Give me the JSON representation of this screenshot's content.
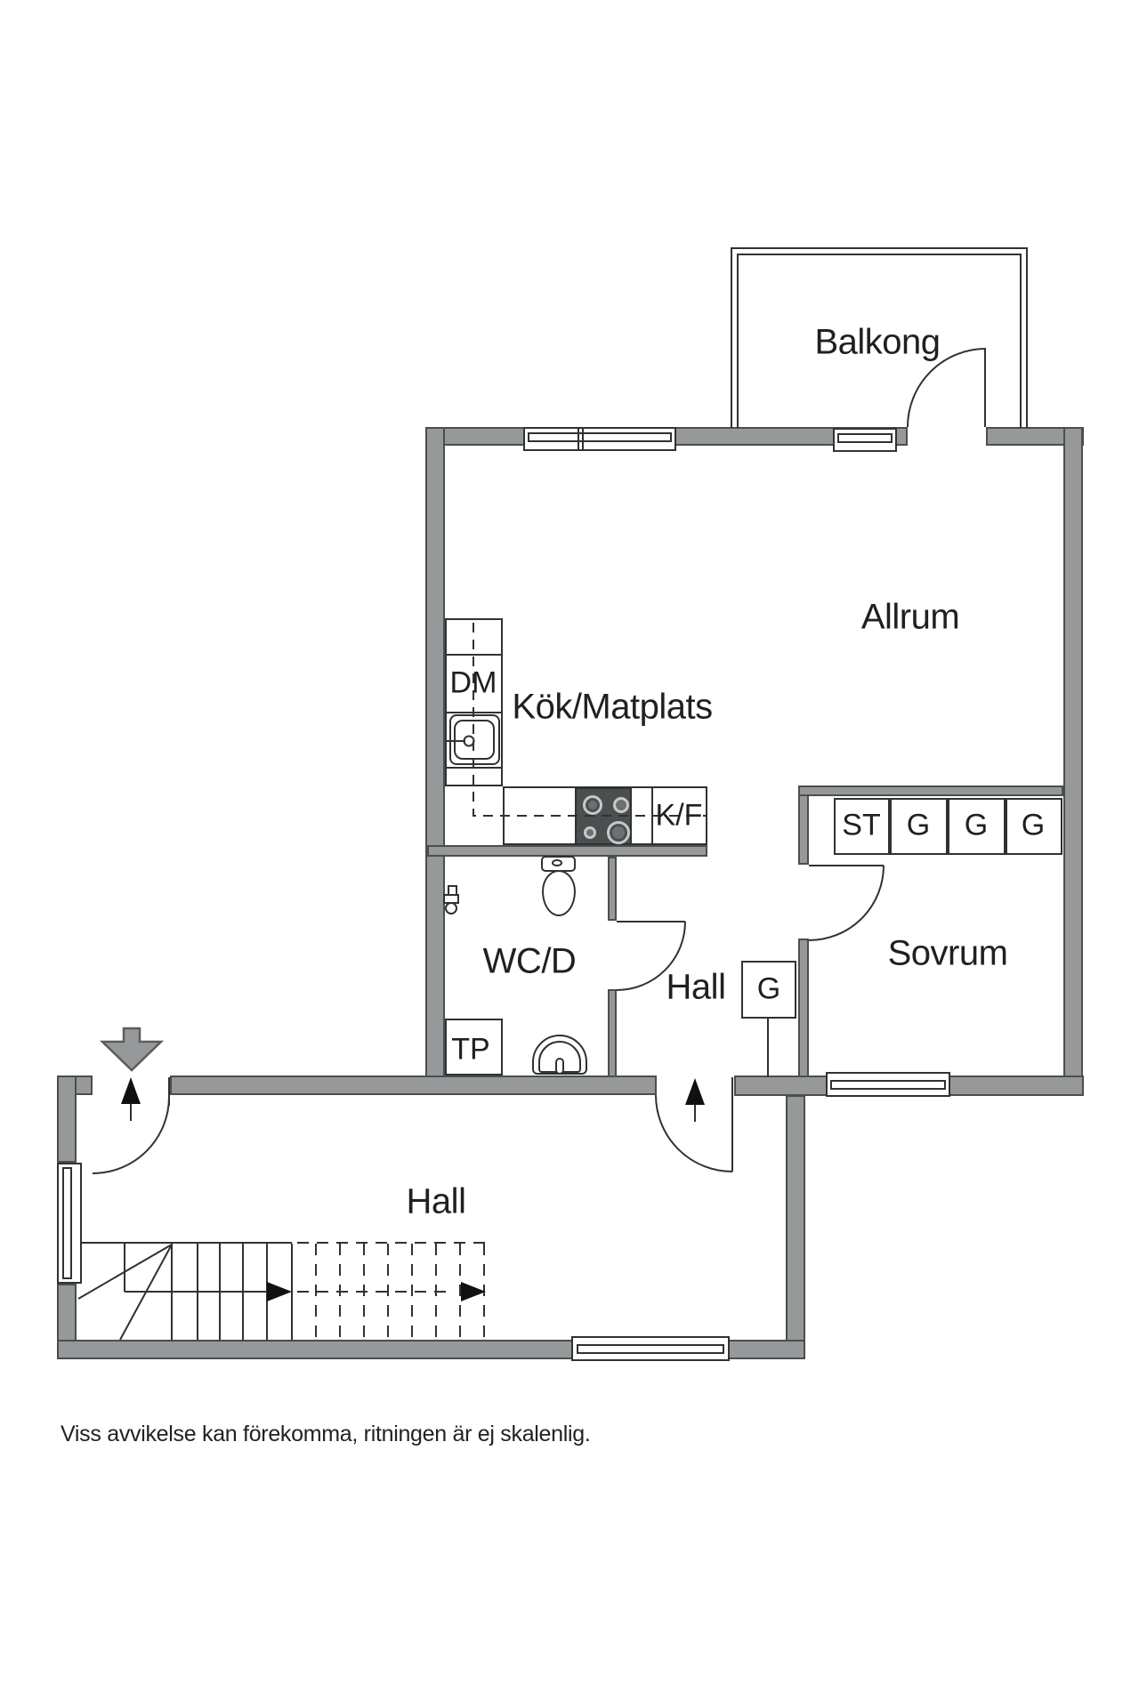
{
  "rooms": {
    "balcony": "Balkong",
    "living_room": "Allrum",
    "kitchen": "Kök/Matplats",
    "bedroom": "Sovrum",
    "bathroom": "WC/D",
    "hall_upper": "Hall",
    "hall_lower": "Hall"
  },
  "fixtures": {
    "dishwasher": "DM",
    "fridge_freezer": "K/F",
    "laundry_tower": "TP"
  },
  "closets": {
    "st": "ST",
    "g1": "G",
    "g2": "G",
    "g3": "G",
    "hall_g": "G"
  },
  "caption": "Viss avvikelse kan förekomma, ritningen är ej skalenlig.",
  "colors": {
    "wall": "#969899",
    "wall_outline": "#4b4e4f",
    "line": "#2f3233",
    "text": "#1e2021",
    "stove": "#4b4f50",
    "burner_ring": "#c6c9c9",
    "burner_fill": "#6c7071",
    "black": "#111111"
  }
}
